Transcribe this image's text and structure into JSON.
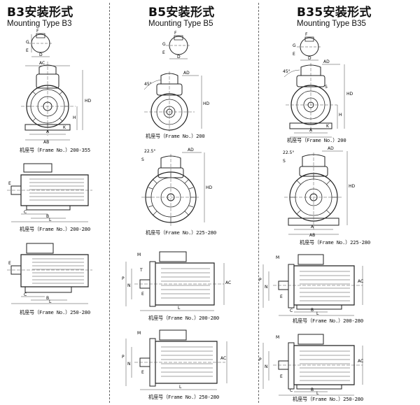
{
  "columns": [
    {
      "title": "B3安装形式",
      "subtitle": "Mounting Type B3",
      "captions": [
        "机座号（Frame No.）200-355",
        "机座号（Frame No.）200-280",
        "机座号（Frame No.）250-280"
      ]
    },
    {
      "title": "B5安装形式",
      "subtitle": "Mounting Type B5",
      "captions": [
        "机座号（Frame No.）200",
        "机座号（Frame No.）225-280",
        "机座号（Frame No.）200-280",
        "机座号（Frame No.）250-280"
      ]
    },
    {
      "title": "B35安装形式",
      "subtitle": "Mounting Type B35",
      "captions": [
        "机座号（Frame No.）200",
        "机座号（Frame No.）225-280",
        "机座号（Frame No.）200-280",
        "机座号（Frame No.）250-280"
      ]
    }
  ],
  "dimension_labels": {
    "shaft": [
      "F",
      "G",
      "E",
      "D"
    ],
    "b3_end": [
      "AC",
      "HD",
      "H",
      "K",
      "A",
      "AB"
    ],
    "b3_side": [
      "C",
      "B",
      "L"
    ],
    "b5_end": [
      "45°",
      "AD",
      "HD",
      "22.5°",
      "S"
    ],
    "b5_side": [
      "P",
      "N",
      "M",
      "T",
      "E",
      "AC",
      "L"
    ],
    "b35_end": [
      "45°",
      "AD",
      "S",
      "HD",
      "H",
      "K",
      "A",
      "AB",
      "22.5°"
    ],
    "b35_side": [
      "P",
      "N",
      "M",
      "E",
      "C",
      "B",
      "AC",
      "L"
    ]
  }
}
